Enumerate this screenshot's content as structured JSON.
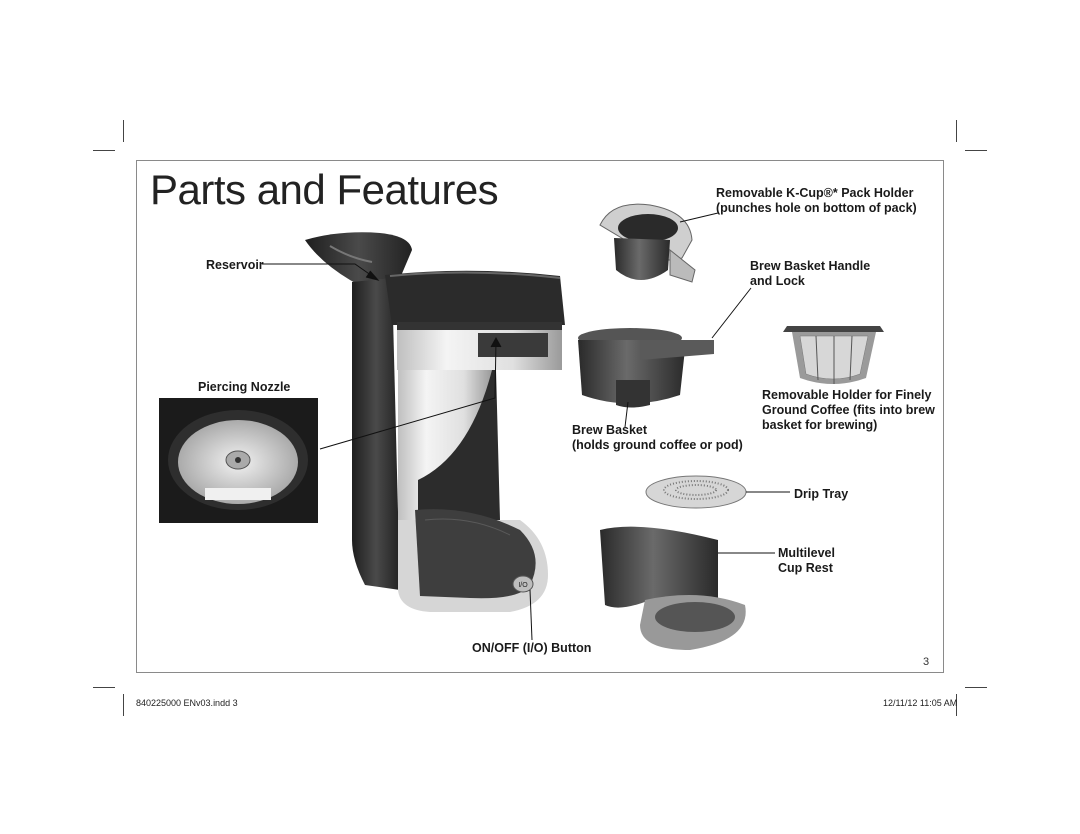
{
  "page": {
    "title": "Parts and Features",
    "page_number": "3",
    "slug_left": "840225000 ENv03.indd   3",
    "slug_right": "12/11/12   11:05 AM"
  },
  "callouts": {
    "reservoir": "Reservoir",
    "piercing_nozzle": "Piercing Nozzle",
    "on_off_button": "ON/OFF (I/O) Button",
    "kcup_holder_line1": "Removable K-Cup®* Pack Holder",
    "kcup_holder_line2": "(punches hole on bottom of pack)",
    "brew_basket_handle_line1": "Brew Basket Handle",
    "brew_basket_handle_line2": "and Lock",
    "removable_holder_line1": "Removable Holder for Finely",
    "removable_holder_line2": "Ground Coffee (fits into brew",
    "removable_holder_line3": "basket for brewing)",
    "brew_basket_line1": "Brew Basket",
    "brew_basket_line2": "(holds ground coffee or pod)",
    "drip_tray": "Drip Tray",
    "cup_rest_line1": "Multilevel",
    "cup_rest_line2": "Cup Rest"
  },
  "device_labels": {
    "button_glyph": "I/O"
  },
  "colors": {
    "body_dark": "#2e2e2e",
    "metal_light": "#d9d9d9",
    "frame": "#8a8a8a"
  }
}
